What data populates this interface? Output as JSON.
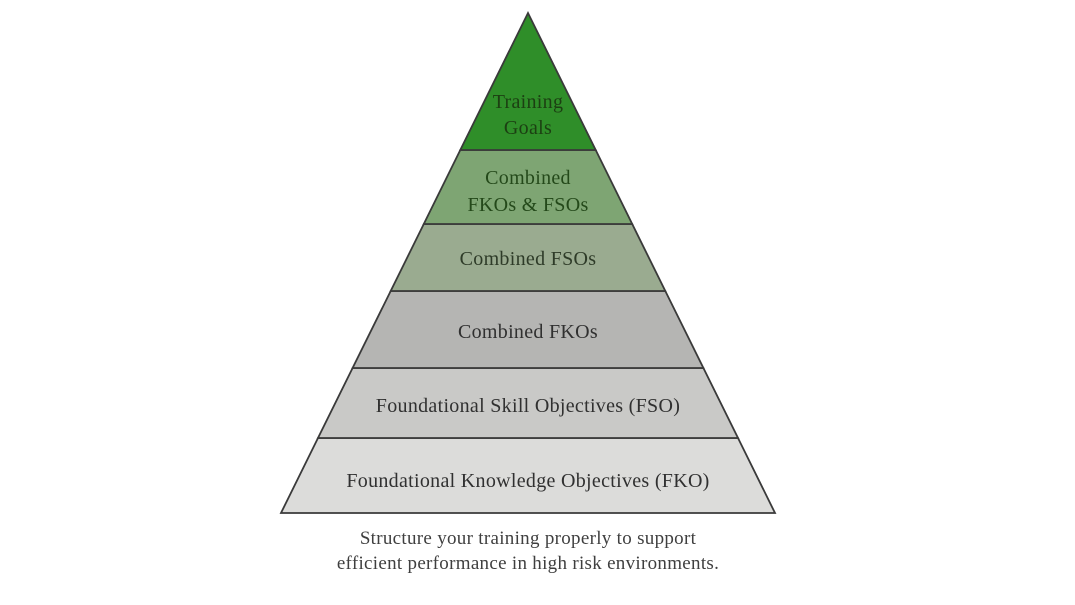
{
  "pyramid": {
    "title": "Training objectives pyramid",
    "border_color": "#3a3a3a",
    "levels": [
      {
        "label": "Training Goals",
        "lines": [
          "Training",
          "Goals"
        ],
        "color": "#2f8e29",
        "text_color": "#1c3f12"
      },
      {
        "label": "Combined FKOs & FSOs",
        "lines": [
          "Combined",
          "FKOs & FSOs"
        ],
        "color": "#7ea573",
        "text_color": "#24491a"
      },
      {
        "label": "Combined FSOs",
        "color": "#9aab90",
        "text_color": "#2e3b28"
      },
      {
        "label": "Combined FKOs",
        "color": "#b5b5b3",
        "text_color": "#303030"
      },
      {
        "label": "Foundational Skill Objectives (FSO)",
        "color": "#c9c9c7",
        "text_color": "#303030"
      },
      {
        "label": "Foundational Knowledge Objectives (FKO)",
        "color": "#dcdcda",
        "text_color": "#303030"
      }
    ]
  },
  "caption": {
    "text_color": "#3f3f3f",
    "lines": [
      "Structure your training properly to support",
      "efficient performance in high risk environments."
    ]
  }
}
